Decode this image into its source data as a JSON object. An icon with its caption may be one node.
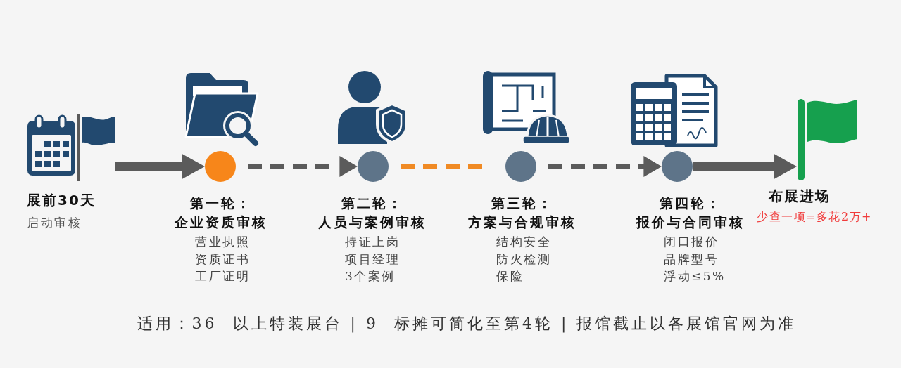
{
  "diagram": {
    "nodes": [
      {
        "text": [],
        "shape": "picture",
        "beside": [
          "展前30天",
          "启动审核"
        ]
      },
      {
        "text": [],
        "shape": "circle",
        "beside": [
          "第一轮：",
          "企业资质审核",
          "营业执照",
          "资质证书",
          "工厂证明"
        ]
      },
      {
        "text": [],
        "shape": "circle",
        "beside": [
          "第二轮：",
          "人员与案例审核",
          "持证上岗",
          "项目经理",
          "3个案例"
        ]
      },
      {
        "text": [],
        "shape": "circle",
        "beside": [
          "第三轮：",
          "方案与合规审核",
          "结构安全",
          "防火检测",
          "保险"
        ]
      },
      {
        "text": [],
        "shape": "circle",
        "beside": [
          "第四轮：",
          "报价与合同审核",
          "闭口报价",
          "品牌型号",
          "浮动≤5%"
        ]
      },
      {
        "text": [],
        "shape": "picture",
        "beside": [
          "布展进场",
          "少查一项=多花2万+"
        ]
      }
    ],
    "edges": [
      {
        "from": 0,
        "to": 1,
        "arrow": "to"
      },
      {
        "from": 1,
        "to": 2,
        "arrow": "to",
        "style": "dashed"
      },
      {
        "from": 2,
        "to": 3,
        "arrow": "none",
        "style": "dashed",
        "color": "#f08a24"
      },
      {
        "from": 3,
        "to": 4,
        "arrow": "to",
        "style": "dashed"
      },
      {
        "from": 4,
        "to": 5,
        "arrow": "to"
      }
    ],
    "labels": [
      "适用：36  以上特装展台 | 9  标摊可简化至第4轮 | 报馆截止以各展馆官网为准"
    ]
  }
}
